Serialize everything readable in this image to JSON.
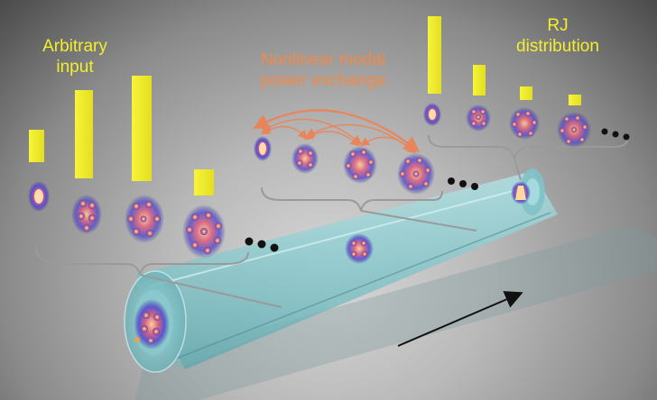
{
  "labels": {
    "arbitrary_input_line1": "Arbitrary",
    "arbitrary_input_line2": "input",
    "nonlinear_line1": "Nonlinear modal",
    "nonlinear_line2": "power exchange",
    "rj_line1": "RJ",
    "rj_line2": "distribution"
  },
  "colors": {
    "bar": "#f3ee2e",
    "label_yellow": "#f3ee2e",
    "label_orange": "#f08a4b",
    "arrow_orange": "#e9855a",
    "fiber": "#8fd3d8",
    "mode_glow": "#6a5bd8"
  }
}
